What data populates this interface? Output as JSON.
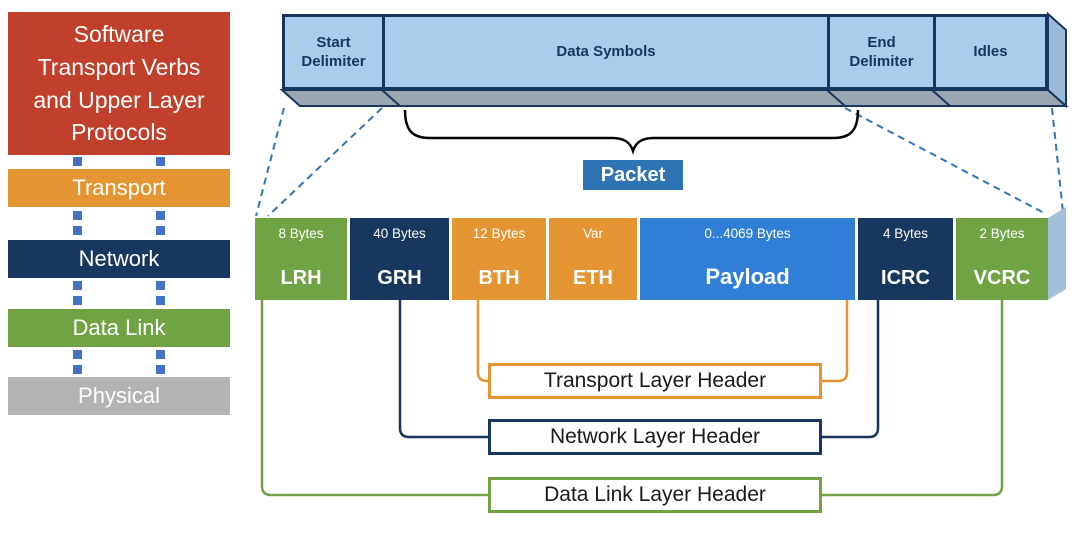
{
  "palette": {
    "red": "#C0402B",
    "orange": "#E49430",
    "navy": "#17375E",
    "green": "#70A343",
    "gray": "#B3B3B3",
    "bar_light_blue": "#A9CDEA",
    "payload_blue": "#2F7FD6",
    "packet_blue": "#2E74B5",
    "connector_blue": "#4472C4",
    "dashed_line_blue": "#2E75B6"
  },
  "stack": {
    "items": [
      {
        "label": "Software\nTransport Verbs\nand Upper Layer\nProtocols",
        "color": "#C0402B"
      },
      {
        "label": "Transport",
        "color": "#E49430"
      },
      {
        "label": "Network",
        "color": "#17375E"
      },
      {
        "label": "Data Link",
        "color": "#70A343"
      },
      {
        "label": "Physical",
        "color": "#B3B3B3"
      }
    ]
  },
  "framing": {
    "segments": [
      {
        "label": "Start\nDelimiter"
      },
      {
        "label": "Data Symbols"
      },
      {
        "label": "End\nDelimiter"
      },
      {
        "label": "Idles"
      }
    ]
  },
  "packet": {
    "label": "Packet"
  },
  "fields": [
    {
      "bytes": "8 Bytes",
      "label": "LRH",
      "color": "#70A343"
    },
    {
      "bytes": "40 Bytes",
      "label": "GRH",
      "color": "#17375E"
    },
    {
      "bytes": "12 Bytes",
      "label": "BTH",
      "color": "#E49430"
    },
    {
      "bytes": "Var",
      "label": "ETH",
      "color": "#E49430"
    },
    {
      "bytes": "0...4069 Bytes",
      "label": "Payload",
      "color": "#2F7FD6"
    },
    {
      "bytes": "4 Bytes",
      "label": "ICRC",
      "color": "#17375E"
    },
    {
      "bytes": "2 Bytes",
      "label": "VCRC",
      "color": "#70A343"
    }
  ],
  "headers": [
    {
      "label": "Transport Layer Header",
      "color": "#E49430"
    },
    {
      "label": "Network Layer Header",
      "color": "#17375E"
    },
    {
      "label": "Data Link Layer Header",
      "color": "#70A343"
    }
  ]
}
